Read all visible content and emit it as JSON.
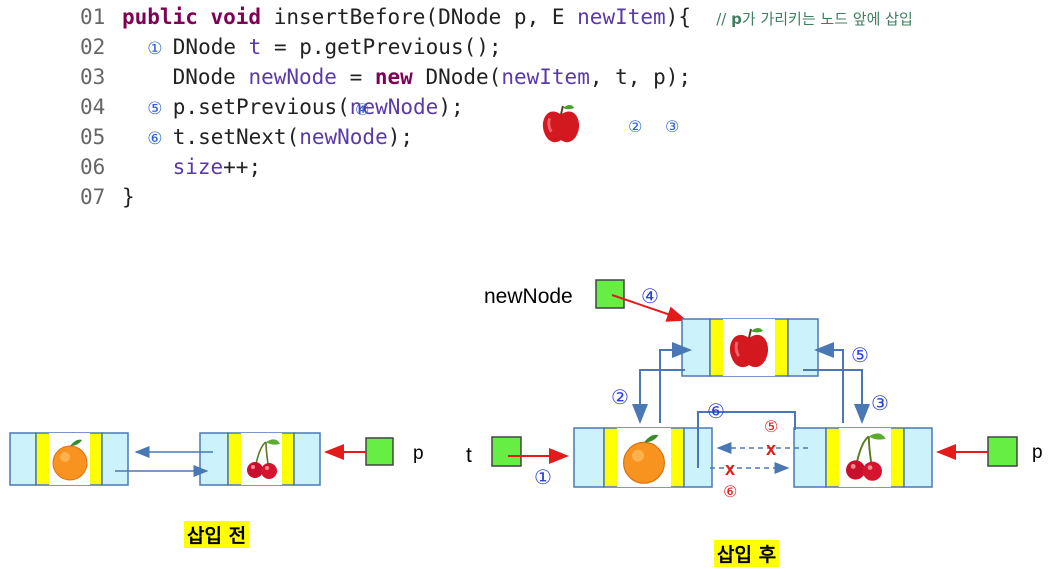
{
  "code": {
    "lines": [
      {
        "no": "01",
        "parts": [
          [
            "kw",
            "public void "
          ],
          [
            "",
            "insertBefore(DNode p, E "
          ],
          [
            "var",
            "newItem"
          ],
          [
            "",
            "){  "
          ],
          [
            "cmt",
            "// "
          ],
          [
            "cmtb",
            "p"
          ],
          [
            "cmt",
            "가 가리키는 노드 앞에 삽입"
          ]
        ]
      },
      {
        "no": "02",
        "mark": "①",
        "parts": [
          [
            "",
            "DNode "
          ],
          [
            "var",
            "t"
          ],
          [
            "",
            ""
          ],
          [
            "",
            " = p.getPrevious();"
          ]
        ]
      },
      {
        "no": "03",
        "parts": [
          [
            "",
            "DNode "
          ],
          [
            "var",
            "newNode"
          ],
          [
            "",
            " = "
          ],
          [
            "kw",
            "new"
          ],
          [
            "",
            " DNode("
          ],
          [
            "var",
            "newItem"
          ],
          [
            "",
            ", t, p);"
          ]
        ]
      },
      {
        "no": "04",
        "mark": "⑤",
        "parts": [
          [
            "",
            "p.setPrevious("
          ],
          [
            "var",
            "newNode"
          ],
          [
            "",
            ");"
          ]
        ]
      },
      {
        "no": "05",
        "mark": "⑥",
        "parts": [
          [
            "",
            "t.setNext("
          ],
          [
            "var",
            "newNode"
          ],
          [
            "",
            ");"
          ]
        ]
      },
      {
        "no": "06",
        "parts": [
          [
            "var",
            "size"
          ],
          [
            "",
            "++;"
          ]
        ]
      },
      {
        "no": "07",
        "parts": [
          [
            "",
            "}"
          ]
        ]
      }
    ],
    "inline_marks": {
      "m4": "④",
      "m2": "②",
      "m3": "③"
    }
  },
  "before": {
    "p_label": "p",
    "caption": "삽입 전"
  },
  "after": {
    "newnode_label": "newNode",
    "t_label": "t",
    "p_label": "p",
    "caption": "삽입 후",
    "steps": {
      "s1": "①",
      "s2": "②",
      "s3": "③",
      "s4": "④",
      "s5": "⑤",
      "s6": "⑥"
    },
    "cross_marks": {
      "x5": "x",
      "x6": "x",
      "n5": "⑤",
      "n6": "⑥"
    }
  },
  "colors": {
    "node_cell": "#ccf3fb",
    "node_data": "#ffff00",
    "pointer": "#66ee44",
    "red": "#e31b1b",
    "blue": "#4a78b5"
  }
}
